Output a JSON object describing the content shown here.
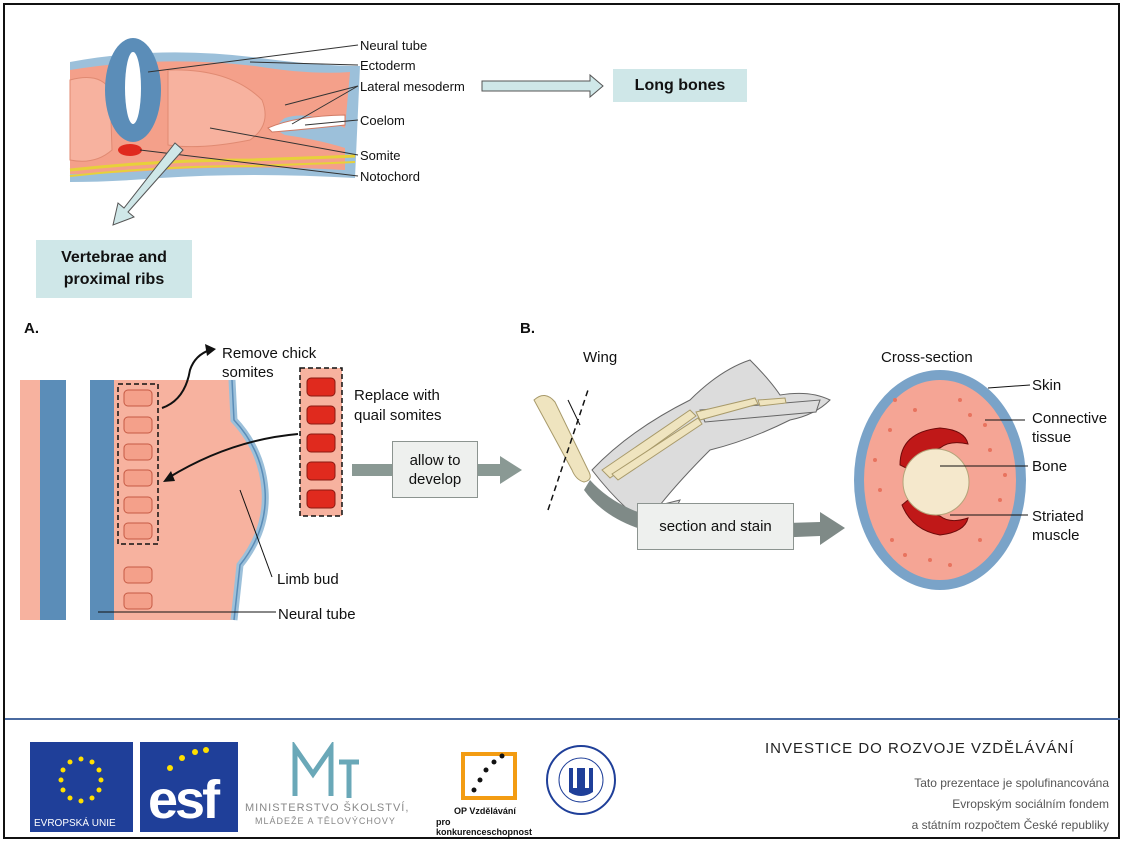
{
  "top_diagram": {
    "labels": {
      "neural_tube": "Neural tube",
      "ectoderm": "Ectoderm",
      "lateral_mesoderm": "Lateral mesoderm",
      "coelom": "Coelom",
      "somite": "Somite",
      "notochord": "Notochord"
    },
    "callout_long_bones": "Long bones",
    "callout_vertebrae_line1": "Vertebrae and",
    "callout_vertebrae_line2": "proximal ribs"
  },
  "panel_a": {
    "letter": "A.",
    "remove_line1": "Remove chick",
    "remove_line2": "somites",
    "replace_line1": "Replace with",
    "replace_line2": "quail somites",
    "limb_bud": "Limb bud",
    "neural_tube": "Neural tube",
    "allow_line1": "allow to",
    "allow_line2": "develop"
  },
  "panel_b": {
    "letter": "B.",
    "wing": "Wing",
    "cross_section": "Cross-section",
    "skin": "Skin",
    "connective_line1": "Connective",
    "connective_line2": "tissue",
    "bone": "Bone",
    "striated_line1": "Striated",
    "striated_line2": "muscle",
    "section_and_stain": "section and stain"
  },
  "footer": {
    "investice": "INVESTICE DO ROZVOJE VZDĚLÁVÁNÍ",
    "line1": "Tato prezentace je spolufinancována",
    "line2": "Evropským sociálním fondem",
    "line3": "a státním rozpočtem České republiky",
    "eu_label": "EVROPSKÁ UNIE",
    "esf_label": "esf",
    "msmt_line1": "MINISTERSTVO ŠKOLSTVÍ,",
    "msmt_line2": "MLÁDEŽE A TĚLOVÝCHOVY",
    "op_line1": "OP Vzdělávání",
    "op_line2": "pro konkurenceschopnost"
  },
  "colors": {
    "mesoderm": "#f4a08a",
    "neural_blue": "#5b8db8",
    "callout_bg": "#cfe7e8",
    "somite_red": "#e02a1e",
    "eu_blue": "#1f3f99"
  }
}
